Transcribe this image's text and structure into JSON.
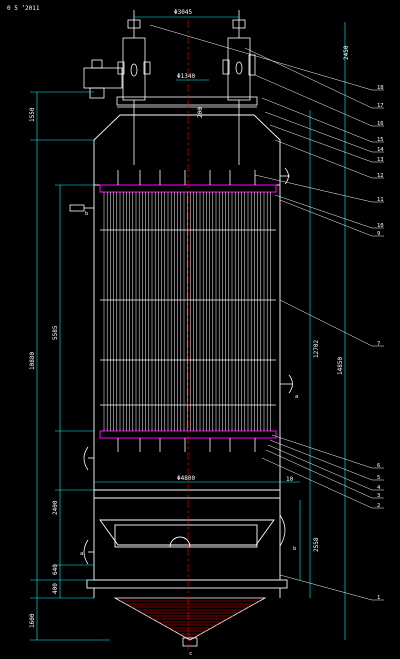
{
  "drawing": {
    "title_text": "0 5 ‘2011",
    "dims": {
      "top_width": "Φ3045",
      "top_height": "2450",
      "head_width": "Φ1340",
      "head_offset": "200",
      "upper_left": "1550",
      "overall_left": "10880",
      "bundle_height": "5585",
      "overall_right": "14850",
      "right_mid": "12702",
      "diameter_lower": "Φ4800",
      "lower_right_small": "10",
      "lower_left_1": "2400",
      "lower_left_2": "640",
      "lower_left_3": "400",
      "cone_height": "1600",
      "cone_right": "2558"
    },
    "callouts": [
      "18",
      "17",
      "16",
      "15",
      "14",
      "13",
      "12",
      "11",
      "10",
      "9",
      "7",
      "6",
      "5",
      "4",
      "3",
      "2",
      "1"
    ],
    "nozzle_marks": [
      "b",
      "b",
      "a",
      "a",
      "c"
    ],
    "colors": {
      "background": "#000000",
      "outline": "#ffffff",
      "dimension": "#00ffff",
      "plate": "#ff00ff",
      "centerline": "#ff0000",
      "leader": "#ffffff",
      "nozzle": "#ffff00"
    }
  }
}
